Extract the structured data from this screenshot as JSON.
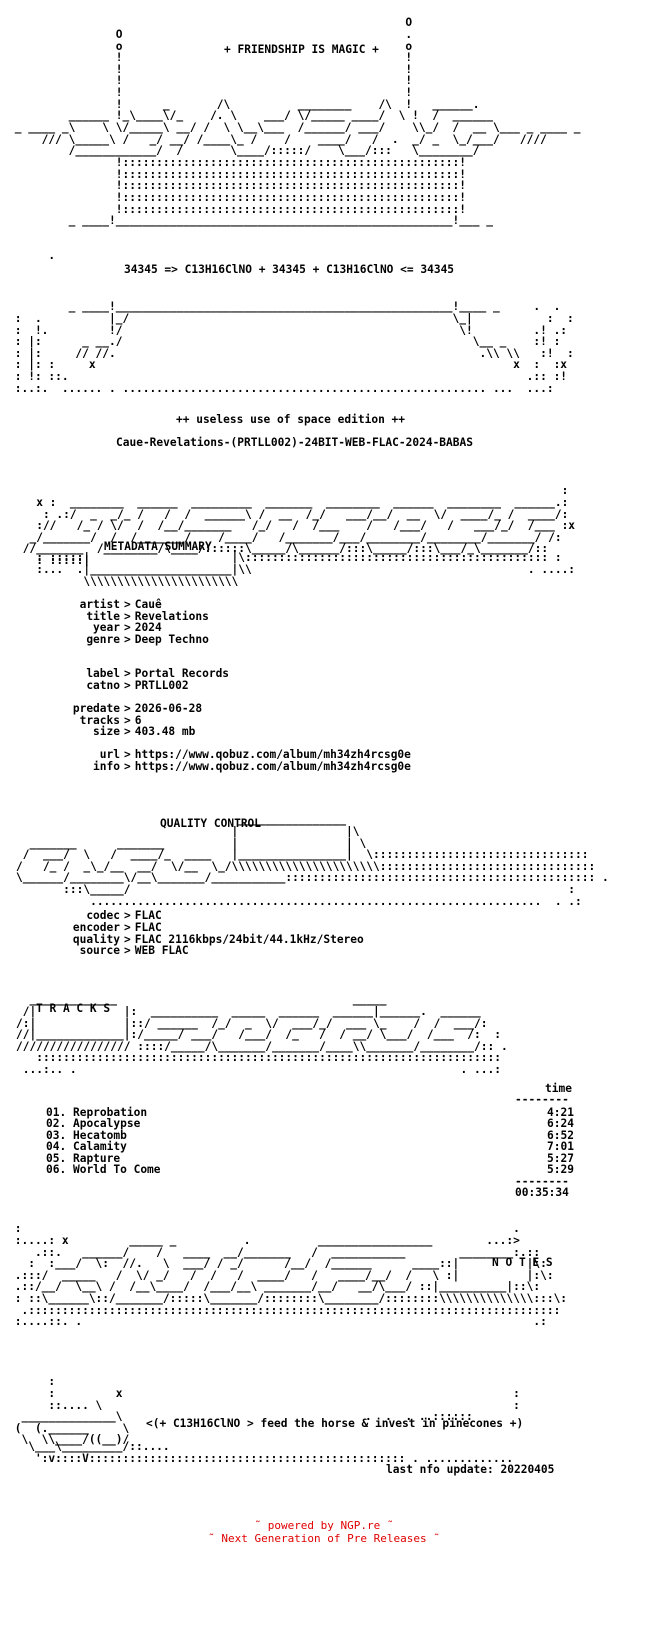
{
  "header": {
    "banner": "+ FRIENDSHIP IS MAGIC +",
    "formula_line": "34345 => C13H16ClNO + 34345 + C13H16ClNO <= 34345",
    "edition": "++ useless use of space edition ++",
    "release": "Caue-Revelations-(PRTLL002)-24BIT-WEB-FLAC-2024-BABAS"
  },
  "metadata": {
    "section_title": "METADATA SUMMARY",
    "rows": [
      {
        "key": "artist",
        "value": "Cauê"
      },
      {
        "key": "title",
        "value": "Revelations"
      },
      {
        "key": "year",
        "value": "2024"
      },
      {
        "key": "genre",
        "value": "Deep Techno"
      },
      {
        "key": "label",
        "value": "Portal Records"
      },
      {
        "key": "catno",
        "value": "PRTLL002"
      },
      {
        "key": "predate",
        "value": "2026-06-28"
      },
      {
        "key": "tracks",
        "value": "6"
      },
      {
        "key": "size",
        "value": "403.48 mb"
      },
      {
        "key": "url",
        "value": "https://www.qobuz.com/album/mh34zh4rcsg0e"
      },
      {
        "key": "info",
        "value": "https://www.qobuz.com/album/mh34zh4rcsg0e"
      }
    ]
  },
  "quality": {
    "section_title": "QUALITY CONTROL",
    "rows": [
      {
        "key": "codec",
        "value": "FLAC"
      },
      {
        "key": "encoder",
        "value": "FLAC"
      },
      {
        "key": "quality",
        "value": "FLAC 2116kbps/24bit/44.1kHz/Stereo"
      },
      {
        "key": "source",
        "value": "WEB FLAC"
      }
    ]
  },
  "tracks": {
    "section_title": "T R A C K S",
    "time_header": "time",
    "divider": "--------",
    "items": [
      {
        "num": "01.",
        "title": "Reprobation",
        "time": "4:21"
      },
      {
        "num": "02.",
        "title": "Apocalypse",
        "time": "6:24"
      },
      {
        "num": "03.",
        "title": "Hecatomb",
        "time": "6:52"
      },
      {
        "num": "04.",
        "title": "Calamity",
        "time": "7:01"
      },
      {
        "num": "05.",
        "title": "Rapture",
        "time": "5:27"
      },
      {
        "num": "06.",
        "title": "World To Come",
        "time": "5:29"
      }
    ],
    "total": "00:35:34"
  },
  "notes": {
    "section_title": "N O T E S",
    "tagline": "<(+ C13H16ClNO > feed the horse & invest in pinecones +)",
    "last_update": "last nfo update: 20220405"
  },
  "footer": {
    "line1": "˜ powered by NGP.re ˜",
    "line2": "˜ Next Generation of Pre Releases ˜"
  }
}
